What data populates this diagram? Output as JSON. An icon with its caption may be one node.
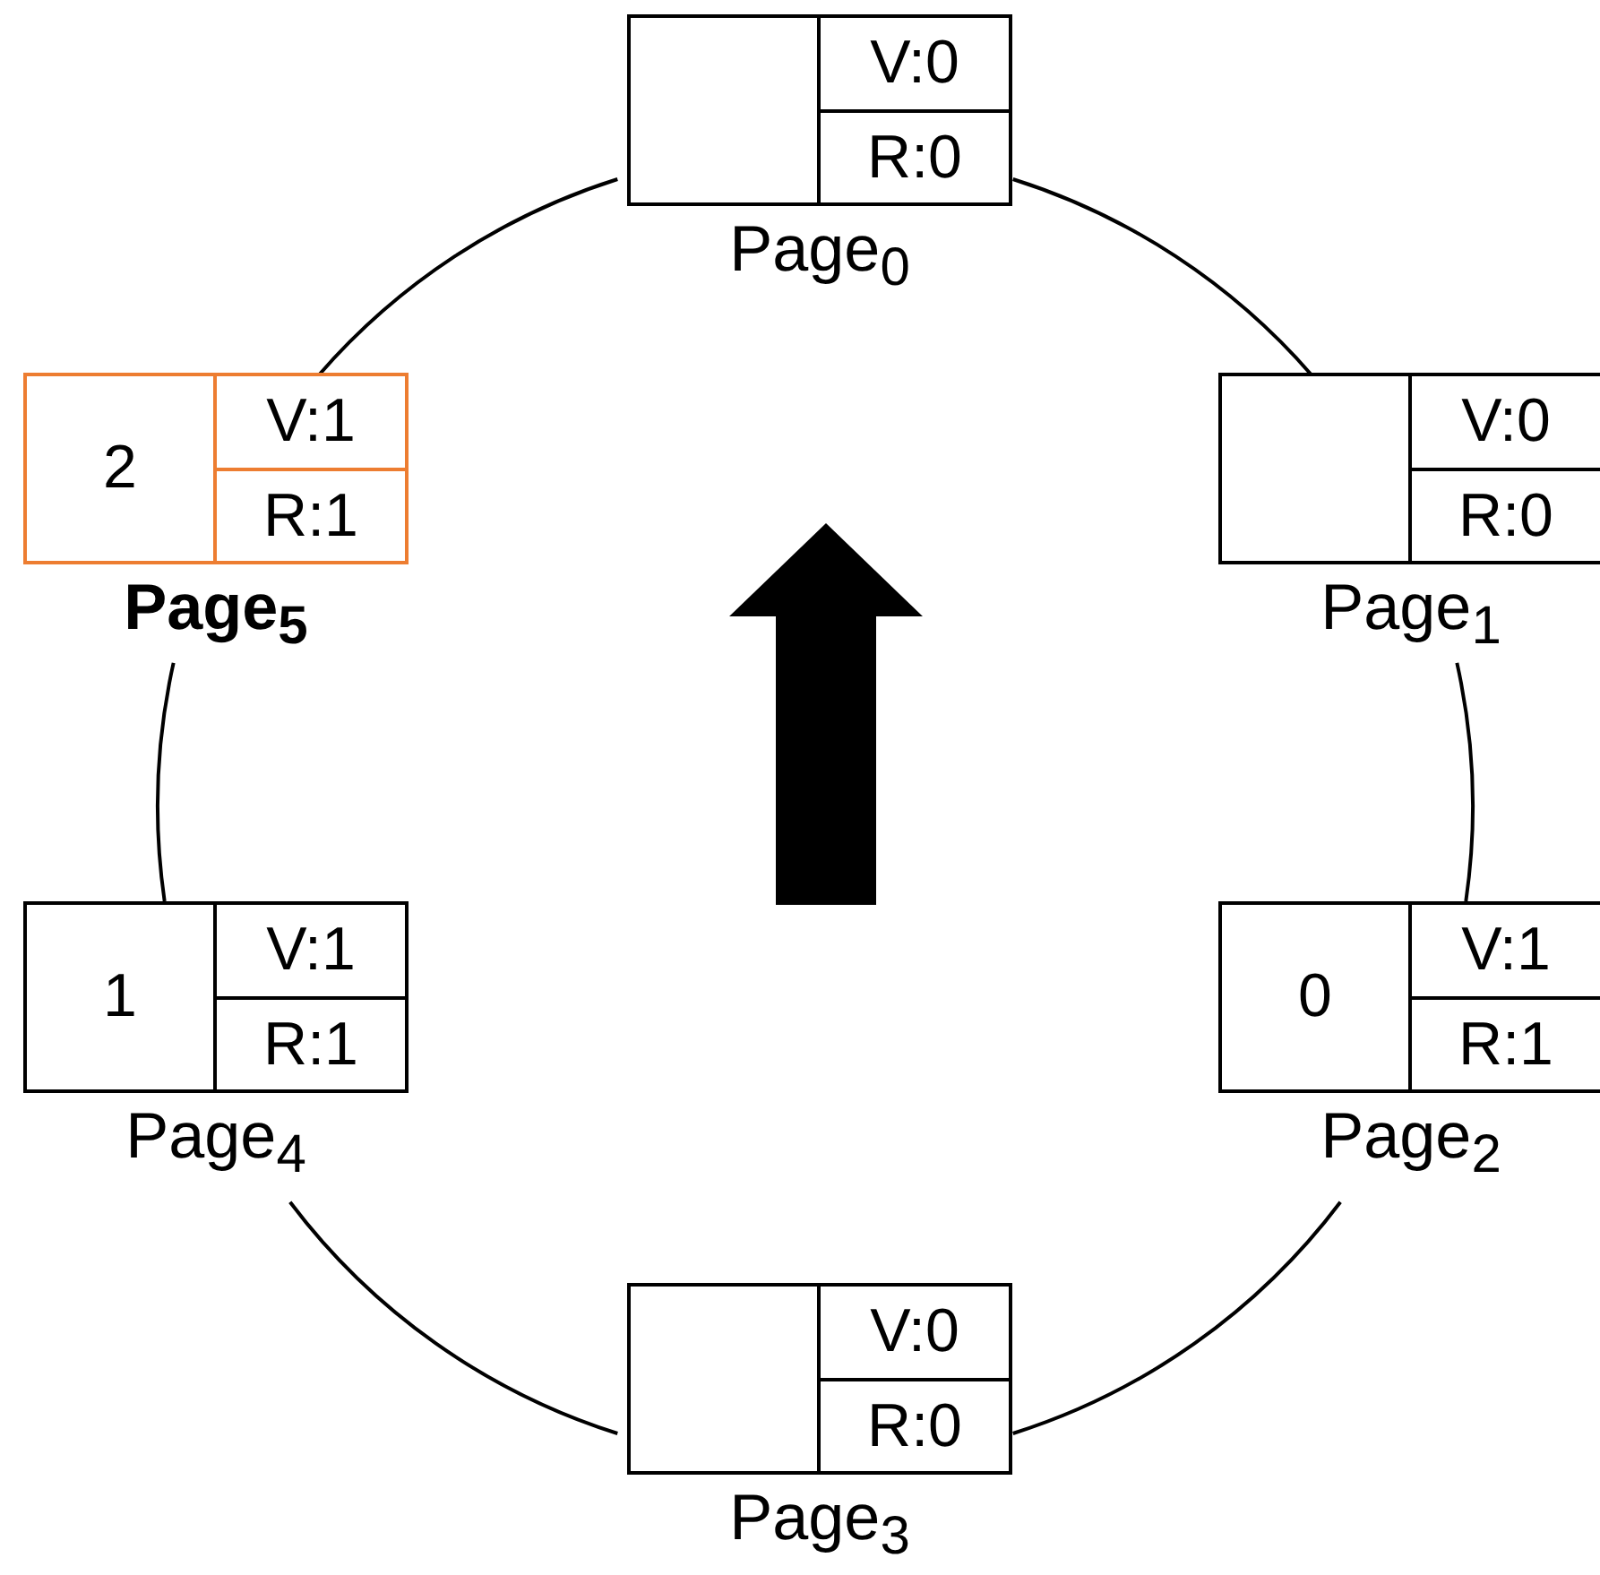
{
  "diagram": {
    "nodes": [
      {
        "text": [
          "V:0",
          "R:0"
        ],
        "beside": [
          "Page$_{0}$"
        ]
      },
      {
        "text": [
          "V:0",
          "R:0"
        ],
        "beside": [
          "Page$_{1}$"
        ]
      },
      {
        "text": [
          "0",
          "V:1",
          "R:1"
        ],
        "beside": [
          "Page$_{2}$"
        ]
      },
      {
        "text": [
          "V:0",
          "R:0"
        ],
        "beside": [
          "Page$_{3}$"
        ]
      },
      {
        "text": [
          "1",
          "V:1",
          "R:1"
        ],
        "beside": [
          "Page$_{4}$"
        ]
      },
      {
        "text": [
          "2",
          "V:1",
          "R:1"
        ],
        "beside": [
          "Page$_{5}$"
        ]
      }
    ],
    "edges": [
      {
        "from": 0,
        "to": 1,
        "arrow": "none"
      },
      {
        "from": 1,
        "to": 2,
        "arrow": "none"
      },
      {
        "from": 2,
        "to": 3,
        "arrow": "none"
      },
      {
        "from": 3,
        "to": 4,
        "arrow": "none"
      },
      {
        "from": 4,
        "to": 5,
        "arrow": "none"
      },
      {
        "from": 5,
        "to": 0,
        "arrow": "none"
      }
    ]
  }
}
